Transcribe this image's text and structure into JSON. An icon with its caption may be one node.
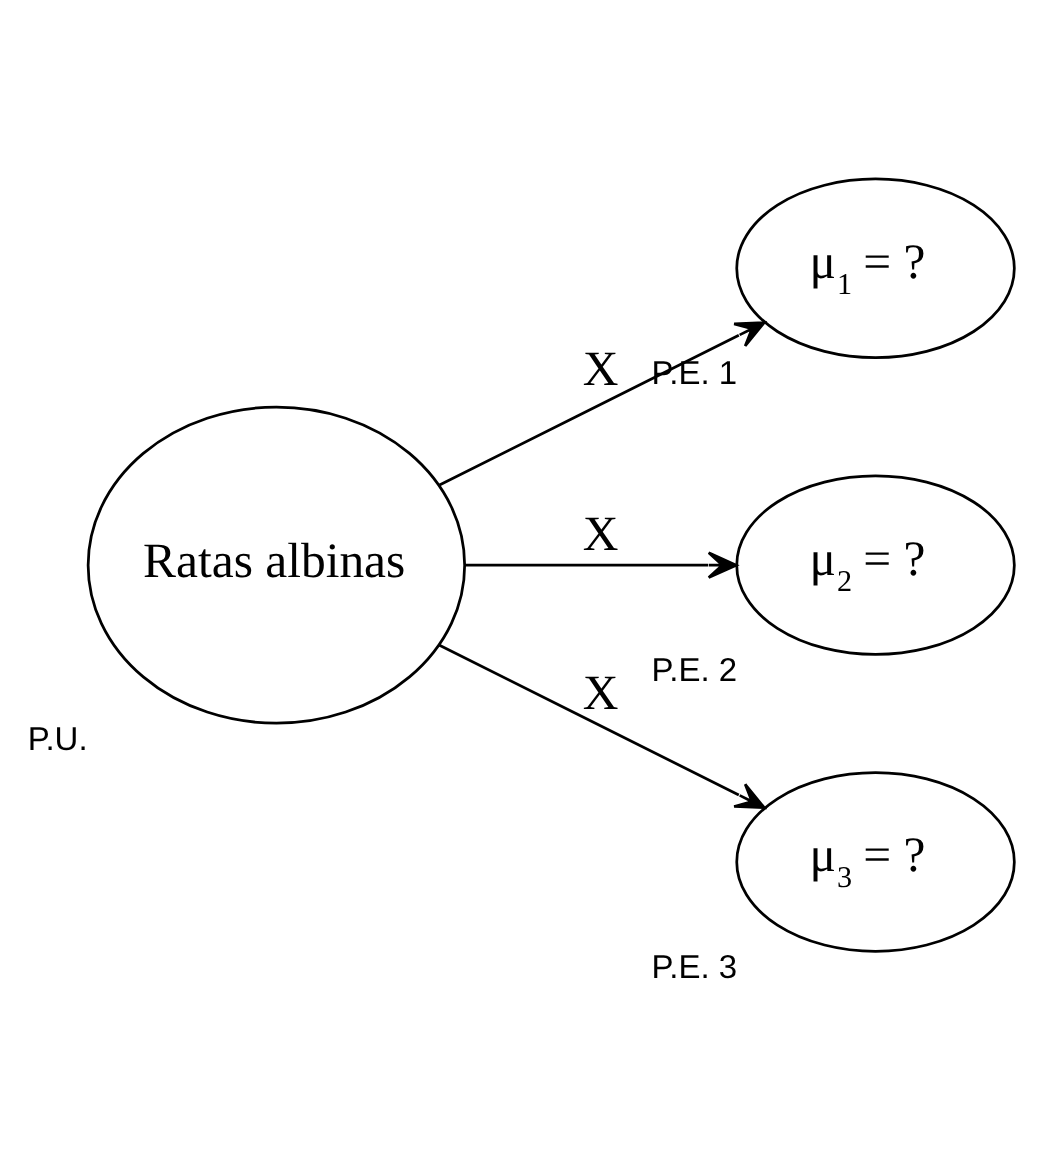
{
  "diagram": {
    "nodes": [
      {
        "text": [
          "Ratas albinas"
        ],
        "beside": [
          "P.U."
        ]
      },
      {
        "text": [
          "μ$_{1}$ = ?"
        ],
        "beside": [
          "P.E. 1"
        ]
      },
      {
        "text": [
          "μ$_{2}$ = ?"
        ],
        "beside": [
          "P.E. 2"
        ]
      },
      {
        "text": [
          "μ$_{3}$ = ?"
        ],
        "beside": [
          "P.E. 3"
        ]
      }
    ],
    "edges": [
      {
        "from": 0,
        "to": 1,
        "arrow": "to",
        "label": "X"
      },
      {
        "from": 0,
        "to": 2,
        "arrow": "to",
        "label": "X"
      },
      {
        "from": 0,
        "to": 3,
        "arrow": "to",
        "label": "X"
      }
    ]
  }
}
